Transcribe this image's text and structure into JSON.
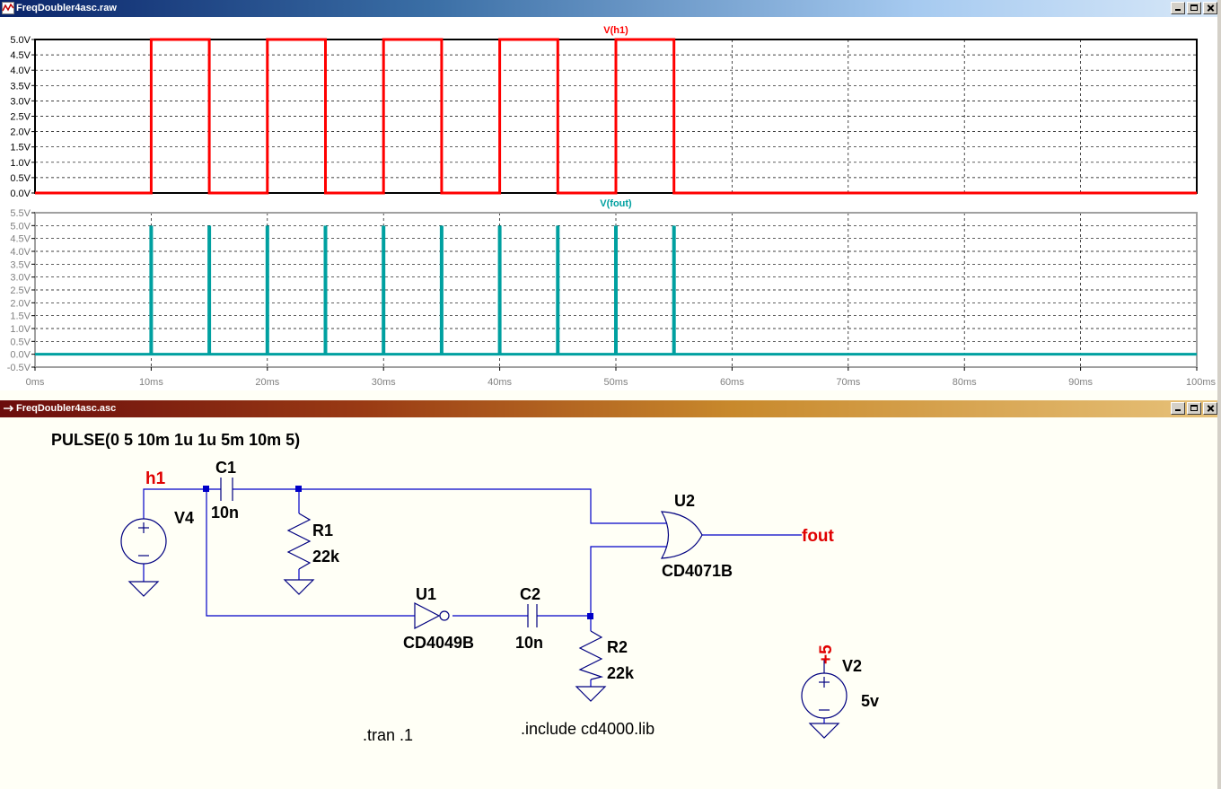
{
  "raw_window": {
    "title": "FreqDoubler4asc.raw",
    "icon": "waveform-icon"
  },
  "asc_window": {
    "title": "FreqDoubler4asc.asc",
    "icon": "schematic-icon"
  },
  "colors": {
    "h1_trace": "#ff0000",
    "fout_trace": "#00a0a0",
    "wire": "#0000c8",
    "net_label": "#e00000"
  },
  "chart_data": [
    {
      "type": "line",
      "title": "V(h1)",
      "xlabel": "",
      "ylabel": "",
      "xlim": [
        0,
        100
      ],
      "ylim": [
        0,
        5
      ],
      "y_ticks": [
        "0.0V",
        "0.5V",
        "1.0V",
        "1.5V",
        "2.0V",
        "2.5V",
        "3.0V",
        "3.5V",
        "4.0V",
        "4.5V",
        "5.0V"
      ],
      "grid": true,
      "series": [
        {
          "name": "V(h1)",
          "color": "#ff0000",
          "x": [
            0,
            10,
            10,
            15,
            15,
            20,
            20,
            25,
            25,
            30,
            30,
            35,
            35,
            40,
            40,
            45,
            45,
            50,
            50,
            55,
            55,
            100
          ],
          "y": [
            0,
            0,
            5,
            5,
            0,
            0,
            5,
            5,
            0,
            0,
            5,
            5,
            0,
            0,
            5,
            5,
            0,
            0,
            5,
            5,
            0,
            0
          ]
        }
      ]
    },
    {
      "type": "line",
      "title": "V(fout)",
      "xlabel": "",
      "ylabel": "",
      "xlim": [
        0,
        100
      ],
      "ylim": [
        -0.5,
        5.5
      ],
      "y_ticks": [
        "-0.5V",
        "0.0V",
        "0.5V",
        "1.0V",
        "1.5V",
        "2.0V",
        "2.5V",
        "3.0V",
        "3.5V",
        "4.0V",
        "4.5V",
        "5.0V",
        "5.5V"
      ],
      "x_ticks": [
        "0ms",
        "10ms",
        "20ms",
        "30ms",
        "40ms",
        "50ms",
        "60ms",
        "70ms",
        "80ms",
        "90ms",
        "100ms"
      ],
      "grid": true,
      "series": [
        {
          "name": "V(fout)",
          "color": "#00a0a0",
          "pulses_at_ms": [
            10,
            15,
            20,
            25,
            30,
            35,
            40,
            45,
            50,
            55
          ],
          "peak": 5.0,
          "baseline": 0.0
        }
      ]
    }
  ],
  "schematic": {
    "source_spec": "PULSE(0 5 10m 1u 1u 5m 10m 5)",
    "net_h1": "h1",
    "net_fout": "fout",
    "v4": {
      "name": "V4"
    },
    "v2": {
      "name": "V2",
      "value": "5v",
      "net": "+5"
    },
    "c1": {
      "name": "C1",
      "value": "10n"
    },
    "c2": {
      "name": "C2",
      "value": "10n"
    },
    "r1": {
      "name": "R1",
      "value": "22k"
    },
    "r2": {
      "name": "R2",
      "value": "22k"
    },
    "u1": {
      "name": "U1",
      "model": "CD4049B"
    },
    "u2": {
      "name": "U2",
      "model": "CD4071B"
    },
    "directive_tran": ".tran .1",
    "directive_include": ".include cd4000.lib"
  }
}
